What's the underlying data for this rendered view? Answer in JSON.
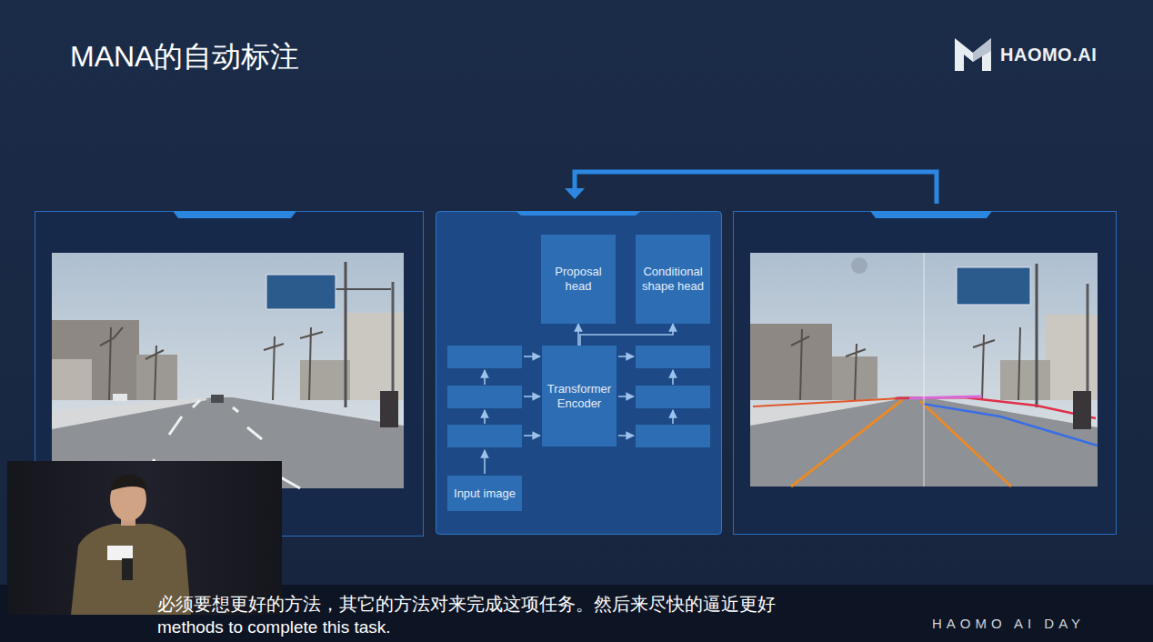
{
  "diagram": {
    "title": "MANA的自动标注",
    "nodes": [
      {
        "text": [
          "Proposal head"
        ]
      },
      {
        "text": [
          "Conditional shape head"
        ]
      },
      {
        "text": [
          "Transformer Encoder"
        ]
      },
      {
        "text": [
          "Input image"
        ]
      }
    ],
    "edges": [
      {
        "from": 2,
        "to": 0,
        "arrow": "to"
      },
      {
        "from": 2,
        "to": 1,
        "arrow": "to"
      }
    ],
    "labels": [
      "HAOMO.AI",
      "必须要想更好的方法，其它的方法对来完成这项任务。然后来尽快的逼近更好",
      "methods to complete this task.",
      "HAOMO AI DAY"
    ]
  }
}
